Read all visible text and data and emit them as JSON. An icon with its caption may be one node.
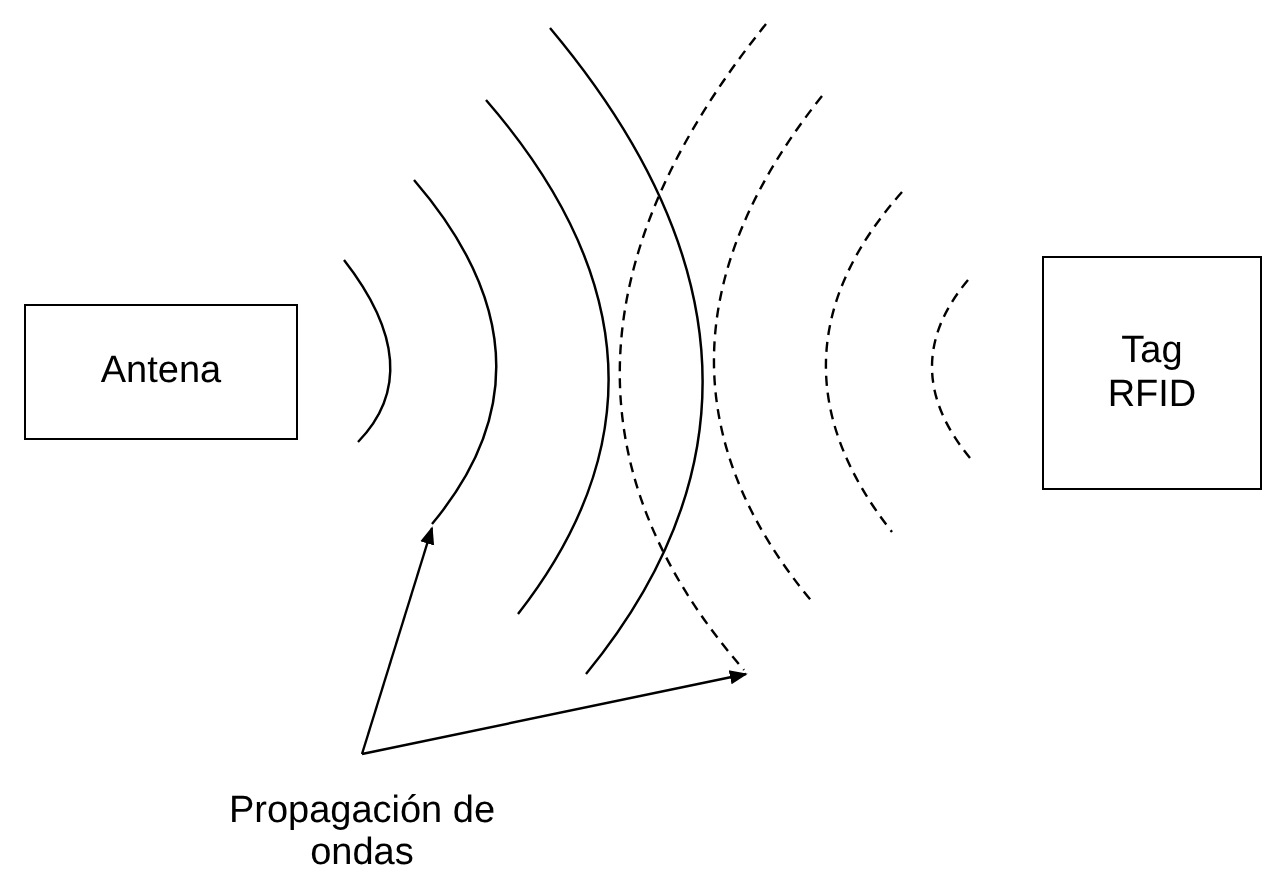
{
  "diagram": {
    "nodes": [
      {
        "text": [
          "Antena"
        ]
      },
      {
        "text": [
          "Tag RFID"
        ]
      },
      {
        "text": [
          "Propagación de ondas"
        ]
      },
      {
        "text": [],
        "shape": "arc"
      },
      {
        "text": [],
        "shape": "arc"
      }
    ],
    "edges": [
      {
        "from": 2,
        "to": 3,
        "arrow": "to"
      },
      {
        "from": 2,
        "to": 4,
        "arrow": "to"
      }
    ]
  }
}
